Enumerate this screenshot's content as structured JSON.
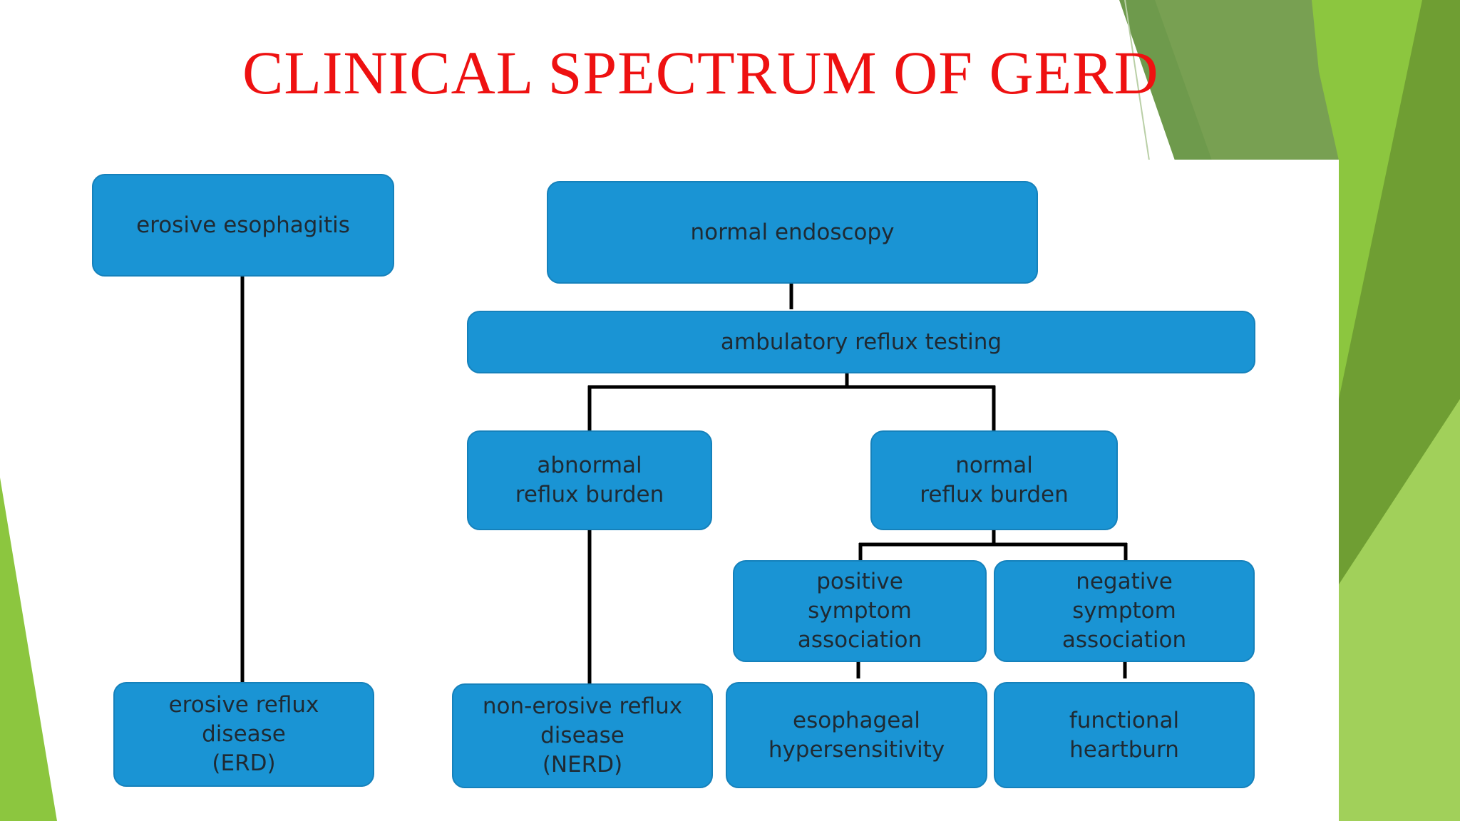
{
  "slide": {
    "title": "CLINICAL SPECTRUM OF GERD",
    "title_color": "#ee1111",
    "theme_colors": {
      "green_light": "#8cc63f",
      "green_dark": "#6e9a4c",
      "node_fill": "#1a94d4"
    }
  },
  "diagram": {
    "nodes": {
      "erosive_esophagitis": "erosive esophagitis",
      "normal_endoscopy": "normal endoscopy",
      "ambulatory_reflux_testing": "ambulatory reflux testing",
      "abnormal_reflux_burden": "abnormal\nreflux burden",
      "normal_reflux_burden": "normal\nreflux burden",
      "positive_symptom_association": "positive\nsymptom\nassociation",
      "negative_symptom_association": "negative\nsymptom\nassociation",
      "erosive_reflux_disease": "erosive reflux\ndisease\n(ERD)",
      "non_erosive_reflux_disease": "non-erosive reflux\ndisease\n(NERD)",
      "esophageal_hypersensitivity": "esophageal\nhypersensitivity",
      "functional_heartburn": "functional\nheartburn"
    },
    "edges": [
      [
        "erosive_esophagitis",
        "erosive_reflux_disease"
      ],
      [
        "normal_endoscopy",
        "ambulatory_reflux_testing"
      ],
      [
        "ambulatory_reflux_testing",
        "abnormal_reflux_burden"
      ],
      [
        "ambulatory_reflux_testing",
        "normal_reflux_burden"
      ],
      [
        "abnormal_reflux_burden",
        "non_erosive_reflux_disease"
      ],
      [
        "normal_reflux_burden",
        "positive_symptom_association"
      ],
      [
        "normal_reflux_burden",
        "negative_symptom_association"
      ],
      [
        "positive_symptom_association",
        "esophageal_hypersensitivity"
      ],
      [
        "negative_symptom_association",
        "functional_heartburn"
      ]
    ]
  }
}
